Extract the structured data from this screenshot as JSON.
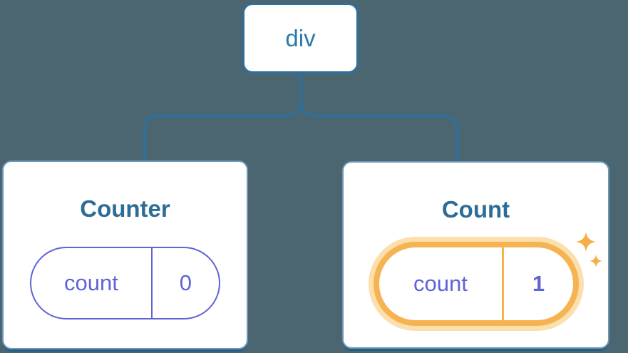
{
  "diagram": {
    "root": {
      "label": "div"
    },
    "children": [
      {
        "title": "Counter",
        "state": {
          "key": "count",
          "value": "0"
        },
        "highlighted": false
      },
      {
        "title": "Count",
        "state": {
          "key": "count",
          "value": "1"
        },
        "highlighted": true,
        "icon": "sparkles-icon"
      }
    ]
  },
  "colors": {
    "background": "#4C6671",
    "line_blue": "#2E6F9E",
    "root_label_blue": "#2B79A9",
    "card_title_blue": "#2D6C96",
    "card_border_blue": "#6D97B5",
    "card_shadow_blue": "#255E85",
    "state_purple": "#5F63D6",
    "highlight_orange": "#F6B352",
    "highlight_glow_orange": "#FBDFAD",
    "sparkle_orange": "#F5AF49",
    "card_background": "#FFFFFF"
  }
}
